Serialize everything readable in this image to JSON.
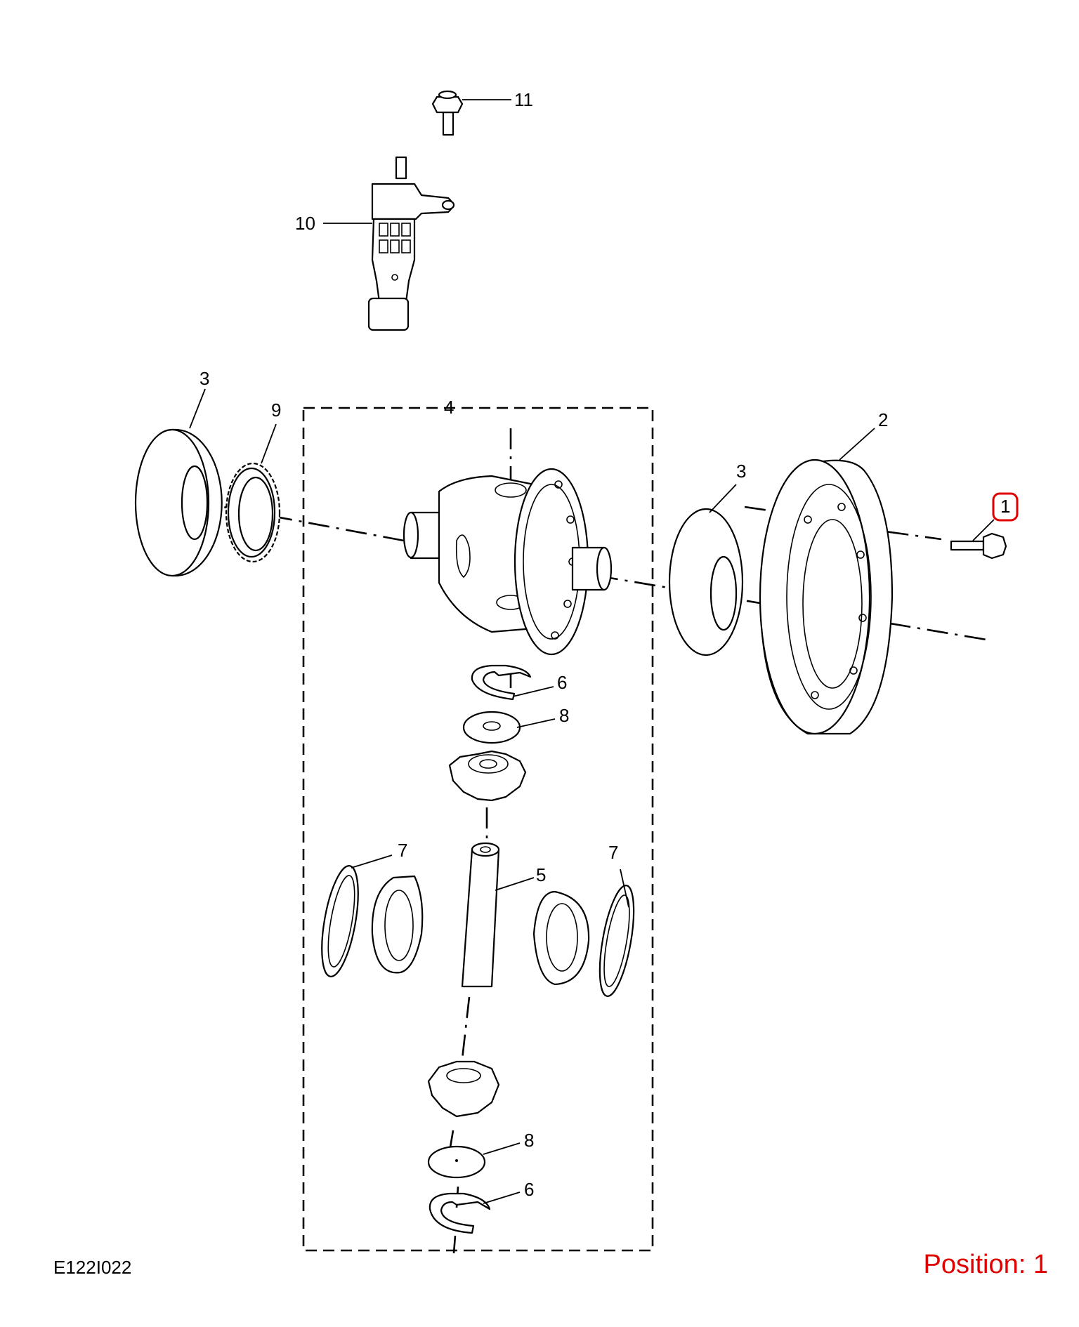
{
  "callouts": {
    "c1": "1",
    "c2": "2",
    "c3a": "3",
    "c3b": "3",
    "c4": "4",
    "c5": "5",
    "c6a": "6",
    "c6b": "6",
    "c7a": "7",
    "c7b": "7",
    "c8a": "8",
    "c8b": "8",
    "c9": "9",
    "c10": "10",
    "c11": "11"
  },
  "diagram_code": "E122I022",
  "position_label": "Position: 1",
  "colors": {
    "highlight": "#e00000",
    "line": "#000000",
    "background": "#ffffff"
  }
}
